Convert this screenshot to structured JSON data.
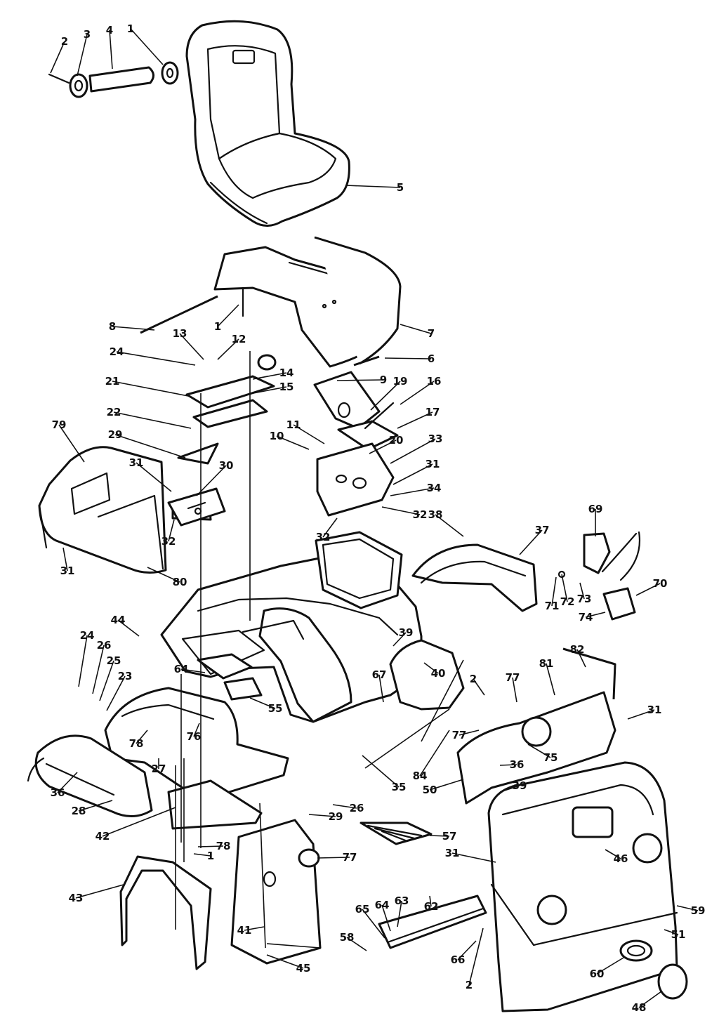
{
  "callouts": [
    {
      "id": "c1",
      "label": "1"
    },
    {
      "id": "c2",
      "label": "2"
    },
    {
      "id": "c3",
      "label": "3"
    },
    {
      "id": "c4",
      "label": "4"
    },
    {
      "id": "c5",
      "label": "5"
    },
    {
      "id": "c6",
      "label": "8"
    },
    {
      "id": "c7",
      "label": "1"
    },
    {
      "id": "c8",
      "label": "7"
    },
    {
      "id": "c9",
      "label": "6"
    },
    {
      "id": "c10",
      "label": "13"
    },
    {
      "id": "c11",
      "label": "12"
    },
    {
      "id": "c12",
      "label": "24"
    },
    {
      "id": "c13",
      "label": "14"
    },
    {
      "id": "c14",
      "label": "21"
    },
    {
      "id": "c15",
      "label": "15"
    },
    {
      "id": "c16",
      "label": "22"
    },
    {
      "id": "c17",
      "label": "9"
    },
    {
      "id": "c18",
      "label": "19"
    },
    {
      "id": "c19",
      "label": "16"
    },
    {
      "id": "c20",
      "label": "17"
    },
    {
      "id": "c21",
      "label": "79"
    },
    {
      "id": "c22",
      "label": "29"
    },
    {
      "id": "c23",
      "label": "31"
    },
    {
      "id": "c24",
      "label": "30"
    },
    {
      "id": "c25",
      "label": "10"
    },
    {
      "id": "c26",
      "label": "11"
    },
    {
      "id": "c27",
      "label": "20"
    },
    {
      "id": "c28",
      "label": "33"
    },
    {
      "id": "c29",
      "label": "31"
    },
    {
      "id": "c30",
      "label": "34"
    },
    {
      "id": "c31",
      "label": "32"
    },
    {
      "id": "c32",
      "label": "32"
    },
    {
      "id": "c33",
      "label": "32"
    },
    {
      "id": "c34",
      "label": "31"
    },
    {
      "id": "c35",
      "label": "80"
    },
    {
      "id": "c36",
      "label": "38"
    },
    {
      "id": "c37",
      "label": "37"
    },
    {
      "id": "c38",
      "label": "69"
    },
    {
      "id": "c39",
      "label": "71"
    },
    {
      "id": "c40",
      "label": "72"
    },
    {
      "id": "c41",
      "label": "73"
    },
    {
      "id": "c42",
      "label": "74"
    },
    {
      "id": "c43",
      "label": "70"
    },
    {
      "id": "c44",
      "label": "44"
    },
    {
      "id": "c45",
      "label": "39"
    },
    {
      "id": "c46",
      "label": "40"
    },
    {
      "id": "c47",
      "label": "24"
    },
    {
      "id": "c48",
      "label": "26"
    },
    {
      "id": "c49",
      "label": "25"
    },
    {
      "id": "c50",
      "label": "23"
    },
    {
      "id": "c51",
      "label": "64"
    },
    {
      "id": "c52",
      "label": "55"
    },
    {
      "id": "c53",
      "label": "67"
    },
    {
      "id": "c54",
      "label": "77"
    },
    {
      "id": "c55",
      "label": "81"
    },
    {
      "id": "c56",
      "label": "82"
    },
    {
      "id": "c57",
      "label": "2"
    },
    {
      "id": "c58",
      "label": "78"
    },
    {
      "id": "c59",
      "label": "76"
    },
    {
      "id": "c60",
      "label": "27"
    },
    {
      "id": "c61",
      "label": "36"
    },
    {
      "id": "c62",
      "label": "28"
    },
    {
      "id": "c63",
      "label": "42"
    },
    {
      "id": "c64",
      "label": "78"
    },
    {
      "id": "c65",
      "label": "1"
    },
    {
      "id": "c66",
      "label": "29"
    },
    {
      "id": "c67",
      "label": "26"
    },
    {
      "id": "c68",
      "label": "35"
    },
    {
      "id": "c69",
      "label": "84"
    },
    {
      "id": "c70",
      "label": "77"
    },
    {
      "id": "c71",
      "label": "75"
    },
    {
      "id": "c72",
      "label": "50"
    },
    {
      "id": "c73",
      "label": "36"
    },
    {
      "id": "c74",
      "label": "39"
    },
    {
      "id": "c75",
      "label": "31"
    },
    {
      "id": "c76",
      "label": "46"
    },
    {
      "id": "c77",
      "label": "57"
    },
    {
      "id": "c78",
      "label": "77"
    },
    {
      "id": "c79",
      "label": "43"
    },
    {
      "id": "c80",
      "label": "41"
    },
    {
      "id": "c81",
      "label": "45"
    },
    {
      "id": "c82",
      "label": "65"
    },
    {
      "id": "c83",
      "label": "64"
    },
    {
      "id": "c84",
      "label": "63"
    },
    {
      "id": "c85",
      "label": "62"
    },
    {
      "id": "c86",
      "label": "31"
    },
    {
      "id": "c87",
      "label": "58"
    },
    {
      "id": "c88",
      "label": "66"
    },
    {
      "id": "c89",
      "label": "2"
    },
    {
      "id": "c90",
      "label": "59"
    },
    {
      "id": "c91",
      "label": "51"
    },
    {
      "id": "c92",
      "label": "60"
    },
    {
      "id": "c93",
      "label": "48"
    }
  ]
}
